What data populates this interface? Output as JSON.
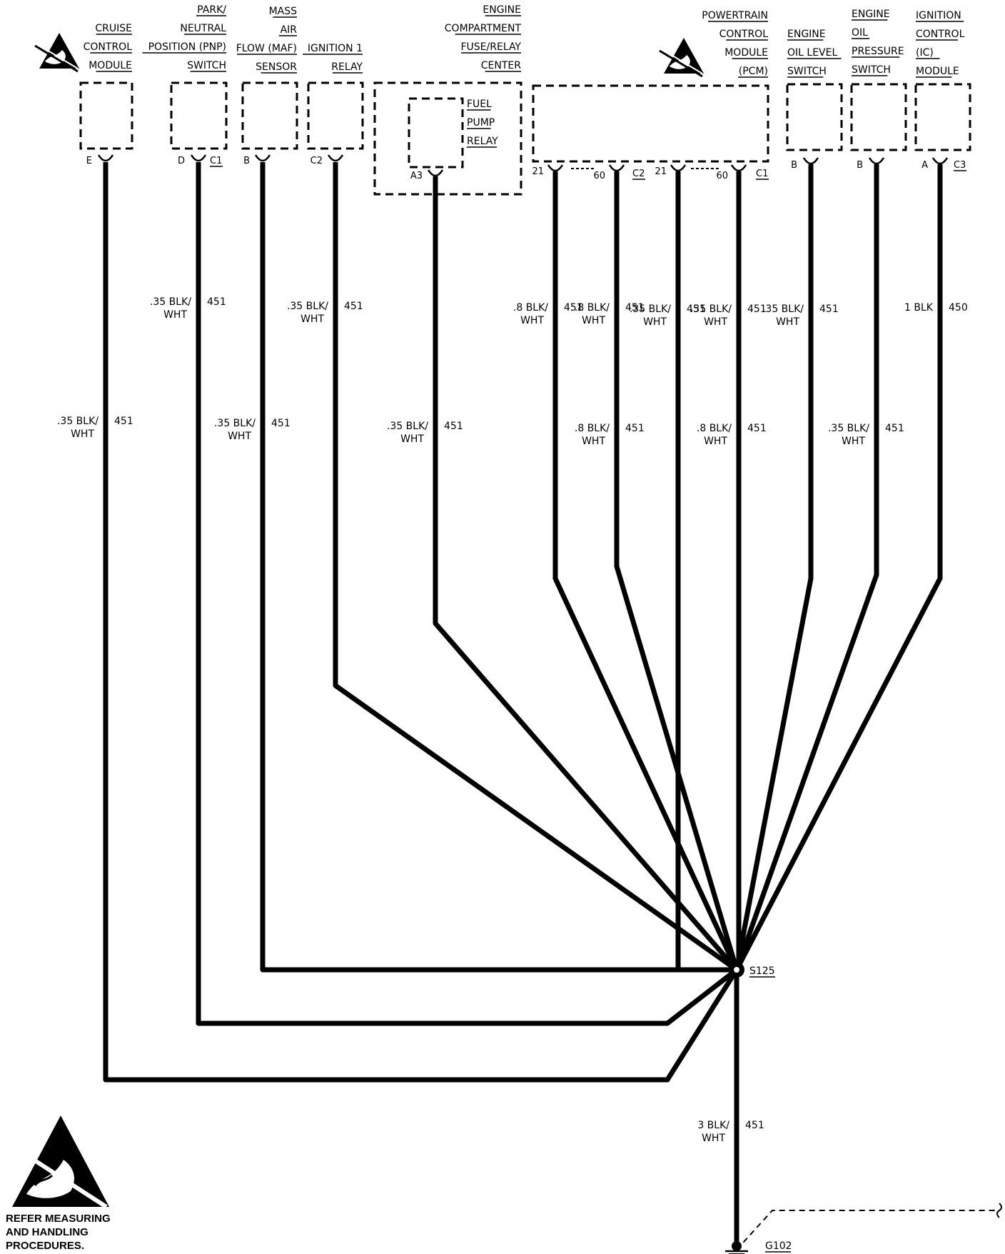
{
  "components": [
    {
      "id": "cruise",
      "lines": [
        "CRUISE",
        "CONTROL",
        "MODULE"
      ],
      "pin": "E",
      "connector": ""
    },
    {
      "id": "pnp",
      "lines": [
        "PARK/",
        "NEUTRAL",
        "POSITION (PNP)",
        "SWITCH"
      ],
      "pin": "D",
      "connector": "C1"
    },
    {
      "id": "maf",
      "lines": [
        "MASS",
        "AIR",
        "FLOW (MAF)",
        "SENSOR"
      ],
      "pin": "B",
      "connector": ""
    },
    {
      "id": "ign1",
      "lines": [
        "IGNITION 1",
        "RELAY"
      ],
      "pin": "C2",
      "connector": ""
    },
    {
      "id": "fuse_center",
      "lines": [
        "ENGINE",
        "COMPARTMENT",
        "FUSE/RELAY",
        "CENTER"
      ],
      "pin": "",
      "connector": ""
    },
    {
      "id": "fuel_pump",
      "lines": [
        "FUEL",
        "PUMP",
        "RELAY"
      ],
      "pin": "A3",
      "connector": ""
    },
    {
      "id": "pcm",
      "lines": [
        "POWERTRAIN",
        "CONTROL",
        "MODULE",
        "(PCM)"
      ],
      "pins": [
        "21",
        "60",
        "21",
        "60"
      ],
      "connectors": [
        "C2",
        "C1"
      ]
    },
    {
      "id": "oil_level",
      "lines": [
        "ENGINE",
        "OIL LEVEL",
        "SWITCH"
      ],
      "pin": "B",
      "connector": ""
    },
    {
      "id": "oil_press",
      "lines": [
        "ENGINE",
        "OIL",
        "PRESSURE",
        "SWITCH"
      ],
      "pin": "B",
      "connector": ""
    },
    {
      "id": "icm",
      "lines": [
        "IGNITION",
        "CONTROL",
        "(IC)",
        "MODULE"
      ],
      "pin": "A",
      "connector": "C3"
    }
  ],
  "wire_labels": [
    {
      "gauge": ".35 BLK/",
      "color2": "WHT",
      "circuit": "451"
    },
    {
      "gauge": ".35 BLK/",
      "color2": "WHT",
      "circuit": "451"
    },
    {
      "gauge": ".35 BLK/",
      "color2": "WHT",
      "circuit": "451"
    },
    {
      "gauge": ".35 BLK/",
      "color2": "WHT",
      "circuit": "451"
    },
    {
      "gauge": ".35 BLK/",
      "color2": "WHT",
      "circuit": "451"
    },
    {
      "gauge": ".8 BLK/",
      "color2": "WHT",
      "circuit": "451"
    },
    {
      "gauge": ".8 BLK/",
      "color2": "WHT",
      "circuit": "451"
    },
    {
      "gauge": ".35 BLK/",
      "color2": "WHT",
      "circuit": "451"
    },
    {
      "gauge": "1 BLK",
      "color2": "",
      "circuit": "450"
    },
    {
      "gauge": ".35 BLK/",
      "color2": "WHT",
      "circuit": "451"
    },
    {
      "gauge": ".35 BLK/",
      "color2": "WHT",
      "circuit": "451"
    },
    {
      "gauge": ".8 BLK/",
      "color2": "WHT",
      "circuit": "451"
    },
    {
      "gauge": ".8 BLK/",
      "color2": "WHT",
      "circuit": "451"
    },
    {
      "gauge": ".35 BLK/",
      "color2": "WHT",
      "circuit": "451"
    },
    {
      "gauge": "3 BLK/",
      "color2": "WHT",
      "circuit": "451"
    }
  ],
  "splice": {
    "label": "S125"
  },
  "ground": {
    "label": "G102"
  },
  "esd_note": {
    "lines": [
      "REFER MEASURING",
      "AND HANDLING",
      "PROCEDURES."
    ]
  },
  "icons": [
    "esd-warning-icon",
    "ground-symbol-icon",
    "splice-dot-icon"
  ]
}
